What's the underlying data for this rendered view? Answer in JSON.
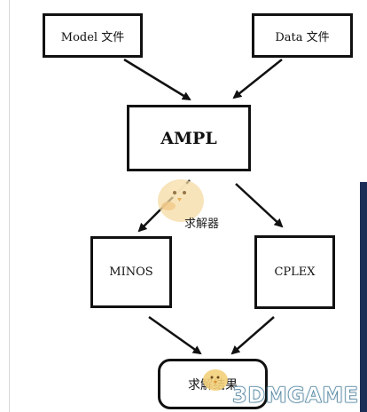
{
  "nodes": {
    "model": "Model 文件",
    "data": "Data 文件",
    "ampl": "AMPL",
    "minos": "MINOS",
    "cplex": "CPLEX",
    "result": "求解结果"
  },
  "labels": {
    "solver": "求解器"
  },
  "watermark": {
    "text": "3DMGAME"
  },
  "colors": {
    "stroke": "#111111",
    "background": "#ffffff",
    "edge_panel": "#1c2f57",
    "mascot": "#f5d79a"
  },
  "icons": {
    "mascot": "chick-mascot-icon"
  }
}
